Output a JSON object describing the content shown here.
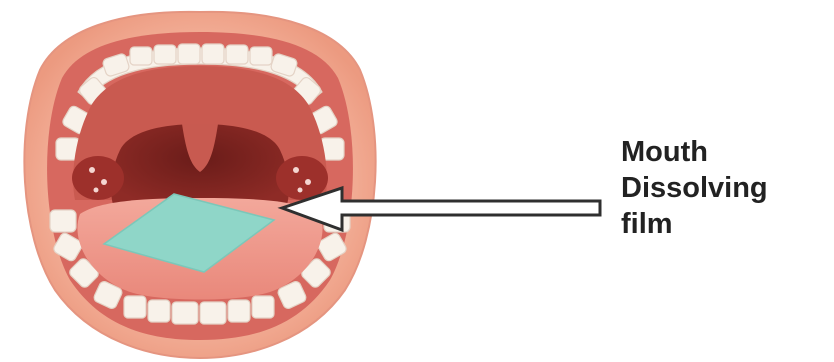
{
  "label": {
    "lines": [
      "Mouth",
      "Dissolving",
      "film"
    ]
  },
  "colors": {
    "lip": "#f2a990",
    "lip_edge": "#ee9d84",
    "cavity": "#c7534b",
    "throat": "#7d2420",
    "tonsil": "#a8352f",
    "tongue": "#ee9a8c",
    "teeth": "#f7f1ea",
    "gum": "#e77a70",
    "film": "#8cd4c6",
    "arrow": "#2b2b2b",
    "arrow_fill": "#ffffff"
  }
}
